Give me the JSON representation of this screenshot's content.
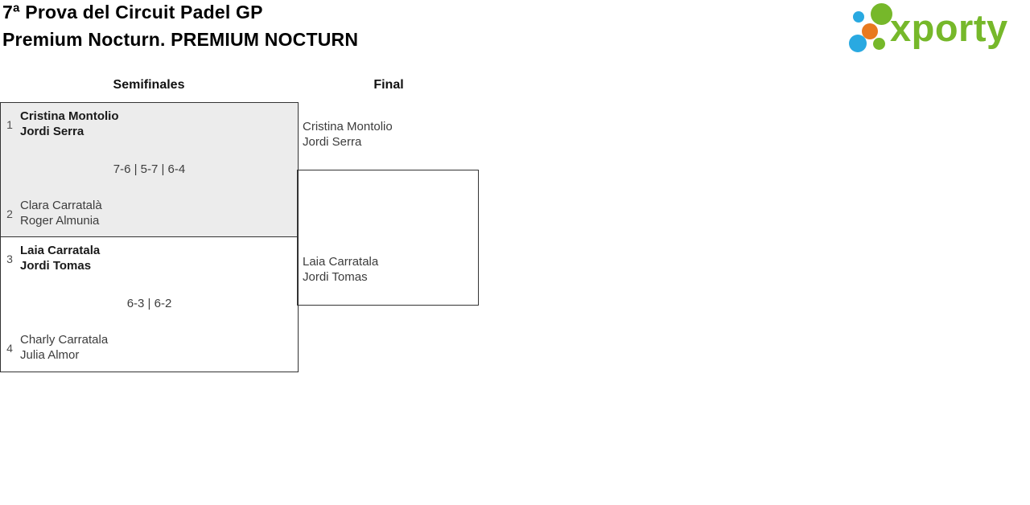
{
  "title": {
    "line1": "7ª Prova del Circuit Padel GP",
    "line2": "Premium Nocturn. PREMIUM NOCTURN"
  },
  "logo": {
    "wordmark": "xporty",
    "colors": {
      "green": "#76b82a",
      "blue": "#29a9e1",
      "orange": "#e8791e"
    }
  },
  "bracket": {
    "border_color": "#333333",
    "highlight_fill": "#ececec",
    "rounds": [
      {
        "label": "Semifinales"
      },
      {
        "label": "Final"
      }
    ],
    "semifinal1": {
      "team1": {
        "seed": "1",
        "player1": "Cristina Montolio",
        "player2": "Jordi Serra"
      },
      "score": "7-6 | 5-7 | 6-4",
      "team2": {
        "seed": "2",
        "player1": "Clara Carratalà",
        "player2": "Roger Almunia"
      }
    },
    "semifinal2": {
      "team1": {
        "seed": "3",
        "player1": "Laia Carratala",
        "player2": "Jordi Tomas"
      },
      "score": "6-3 | 6-2",
      "team2": {
        "seed": "4",
        "player1": "Charly Carratala",
        "player2": "Julia Almor"
      }
    },
    "final": {
      "team1": {
        "player1": "Cristina Montolio",
        "player2": "Jordi Serra"
      },
      "team2": {
        "player1": "Laia Carratala",
        "player2": "Jordi Tomas"
      }
    }
  }
}
